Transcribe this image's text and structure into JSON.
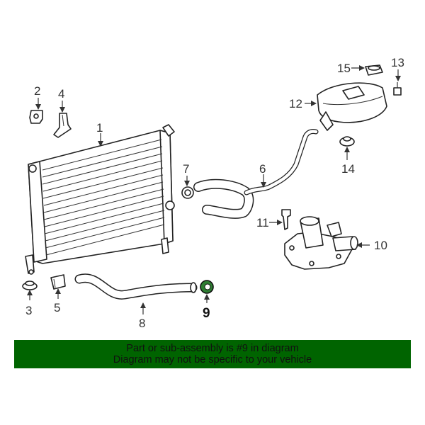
{
  "callouts": {
    "c1": "1",
    "c2": "2",
    "c3": "3",
    "c4": "4",
    "c5": "5",
    "c6": "6",
    "c7": "7",
    "c8": "8",
    "c9": "9",
    "c10": "10",
    "c11": "11",
    "c12": "12",
    "c13": "13",
    "c14": "14",
    "c15": "15"
  },
  "highlight_part": "9",
  "highlight_color": "#2e7d32",
  "banner": {
    "line1": "Part or sub-assembly is #9 in diagram",
    "line2": "Diagram may not be specific to your vehicle",
    "background": "#006400"
  }
}
